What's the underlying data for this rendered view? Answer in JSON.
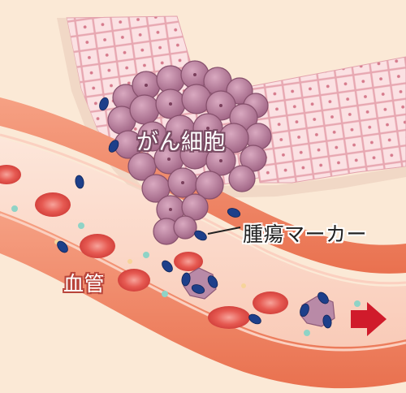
{
  "labels": {
    "cancer_cells": "がん細胞",
    "tumor_marker": "腫瘍マーカー",
    "blood_vessel": "血管"
  },
  "colors": {
    "background": "#fbe9d6",
    "tissue_cell": "#f6c9cf",
    "cancer_cell": "#b77d9a",
    "vessel_wall": "#f08a66",
    "vessel_lumen": "#fbd7c6",
    "red_blood_cell": "#e85a55",
    "tumor_marker": "#1d3f8a",
    "flow_arrow": "#d01b2b"
  },
  "icons": {
    "flow": "right-arrow-icon"
  }
}
